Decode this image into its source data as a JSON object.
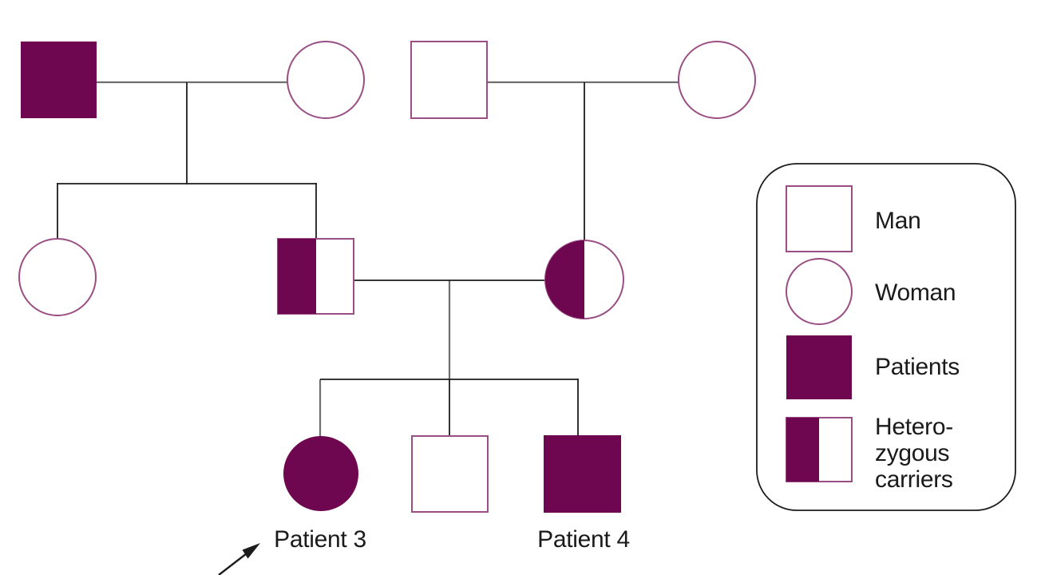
{
  "colors": {
    "affected_fill": "#6E0650",
    "shape_outline": "#9A4E83",
    "line_gray": "#6f6f6f",
    "line_dark": "#1c1c1c",
    "text": "#1a1a1a"
  },
  "labels": {
    "patient3": "Patient 3",
    "patient4": "Patient 4"
  },
  "legend": {
    "items": [
      {
        "symbol": "empty-square",
        "label": "Man"
      },
      {
        "symbol": "empty-circle",
        "label": "Woman"
      },
      {
        "symbol": "filled-square",
        "label": "Patients"
      },
      {
        "symbol": "half-filled-square",
        "label": "Hetero-zygous carriers"
      }
    ]
  },
  "pedigree": {
    "generations": [
      {
        "id": "I",
        "members": [
          {
            "id": "I-1",
            "sex": "male",
            "status": "affected"
          },
          {
            "id": "I-2",
            "sex": "female",
            "status": "unaffected"
          },
          {
            "id": "I-3",
            "sex": "male",
            "status": "unaffected"
          },
          {
            "id": "I-4",
            "sex": "female",
            "status": "unaffected"
          }
        ]
      },
      {
        "id": "II",
        "members": [
          {
            "id": "II-1",
            "sex": "female",
            "status": "unaffected"
          },
          {
            "id": "II-2",
            "sex": "male",
            "status": "heterozygous-carrier"
          },
          {
            "id": "II-3",
            "sex": "female",
            "status": "heterozygous-carrier"
          }
        ]
      },
      {
        "id": "III",
        "members": [
          {
            "id": "III-1",
            "sex": "female",
            "status": "affected",
            "label": "Patient 3"
          },
          {
            "id": "III-2",
            "sex": "male",
            "status": "unaffected"
          },
          {
            "id": "III-3",
            "sex": "male",
            "status": "affected",
            "label": "Patient 4"
          }
        ]
      }
    ],
    "couples": [
      {
        "partners": [
          "I-1",
          "I-2"
        ],
        "children": [
          "II-1",
          "II-2"
        ]
      },
      {
        "partners": [
          "I-3",
          "I-4"
        ],
        "children": [
          "II-3"
        ]
      },
      {
        "partners": [
          "II-2",
          "II-3"
        ],
        "children": [
          "III-1",
          "III-2",
          "III-3"
        ]
      }
    ],
    "proband_arrow_target": "Patient 3"
  }
}
